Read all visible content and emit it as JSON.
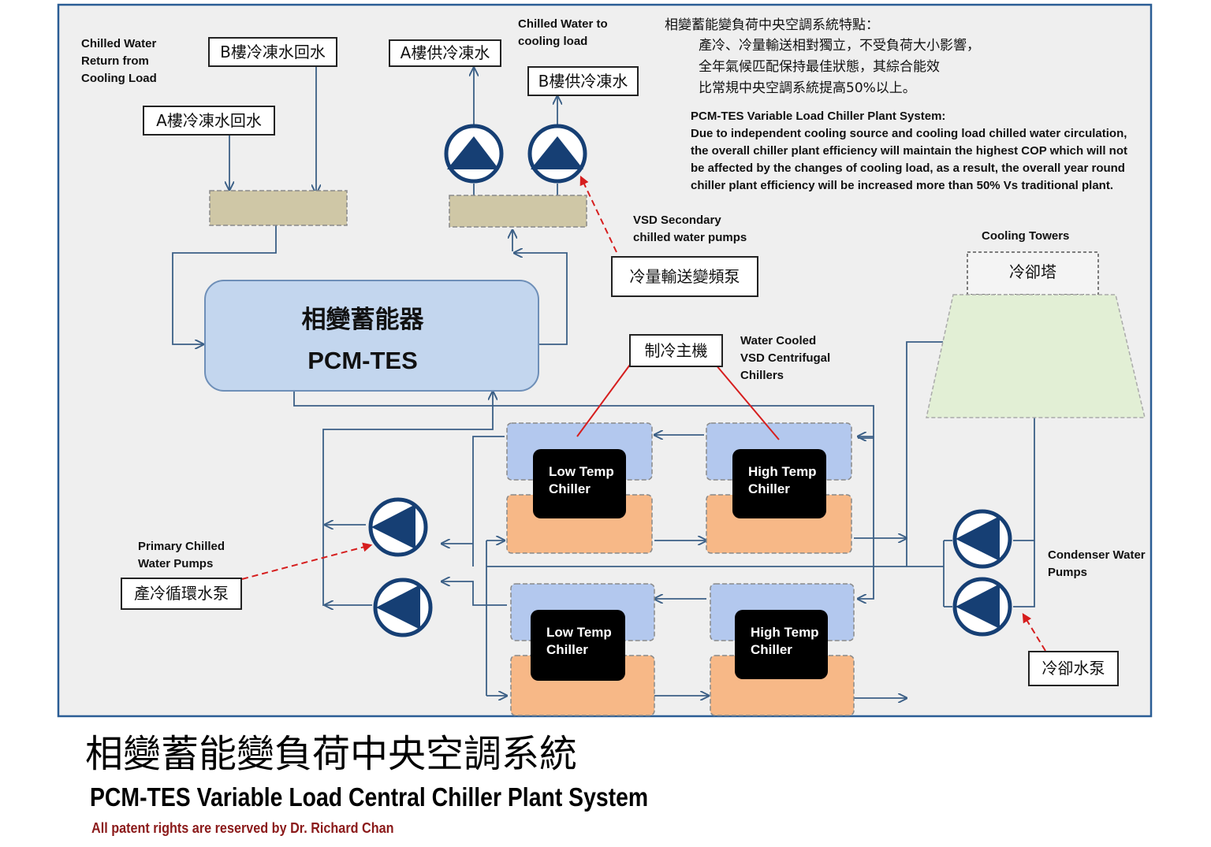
{
  "features": {
    "title": "相變蓄能變負荷中央空調系統特點：",
    "lines": [
      "產冷、冷量輸送相對獨立，不受負荷大小影響，",
      "全年氣候匹配保持最佳狀態，其綜合能效",
      "比常規中央空調系統提高50%以上。"
    ]
  },
  "description": {
    "title": "PCM-TES Variable Load Chiller Plant System:",
    "lines": [
      "Due to independent cooling source and cooling load chilled water circulation,",
      "the overall chiller plant efficiency will maintain the highest COP which will not",
      "be affected by the changes of cooling load, as a result, the overall year round",
      "chiller plant efficiency will be increased more than 50% Vs traditional plant."
    ]
  },
  "labels": {
    "chw_return_en": [
      "Chilled Water",
      "Return from",
      "Cooling Load"
    ],
    "b_return_cn": "B樓冷凍水回水",
    "a_return_cn": "A樓冷凍水回水",
    "a_supply_cn": "A樓供冷凍水",
    "chw_supply_en": [
      "Chilled Water to",
      "cooling load"
    ],
    "b_supply_cn": "B樓供冷凍水",
    "vsd_secondary_en": [
      "VSD Secondary",
      "chilled water pumps"
    ],
    "vsd_secondary_cn": "冷量輸送變頻泵",
    "cooling_towers_en": "Cooling Towers",
    "cooling_tower_cn": "冷卻塔",
    "tes_cn": "相變蓄能器",
    "tes_en": "PCM-TES",
    "chillers_cn": "制冷主機",
    "chillers_en": [
      "Water Cooled",
      "VSD Centrifugal",
      "Chillers"
    ],
    "primary_pumps_en": [
      "Primary Chilled",
      "Water Pumps"
    ],
    "primary_pumps_cn": "產冷循環水泵",
    "condenser_pumps_en": [
      "Condenser Water",
      "Pumps"
    ],
    "condenser_pumps_cn": "冷卻水泵"
  },
  "chillers": [
    {
      "line1": "Low Temp",
      "line2": "Chiller"
    },
    {
      "line1": "High Temp",
      "line2": "Chiller"
    },
    {
      "line1": "Low Temp",
      "line2": "Chiller"
    },
    {
      "line1": "High Temp",
      "line2": "Chiller"
    }
  ],
  "footer": {
    "title_cn": "相變蓄能變負荷中央空調系統",
    "title_en": "PCM-TES Variable Load Central Chiller Plant System",
    "rights": "All patent rights are reserved by Dr. Richard Chan"
  },
  "colors": {
    "pipe": "#3b5f86",
    "pump": "#163f74",
    "evaporator": "#b3c8ee",
    "condenser": "#f7b887",
    "tes": "#c3d6ee",
    "tower": "#e2efd5",
    "header_manifold": "#cfc7a6",
    "callout": "#d61e1e",
    "rights_text": "#8b1a1a"
  }
}
